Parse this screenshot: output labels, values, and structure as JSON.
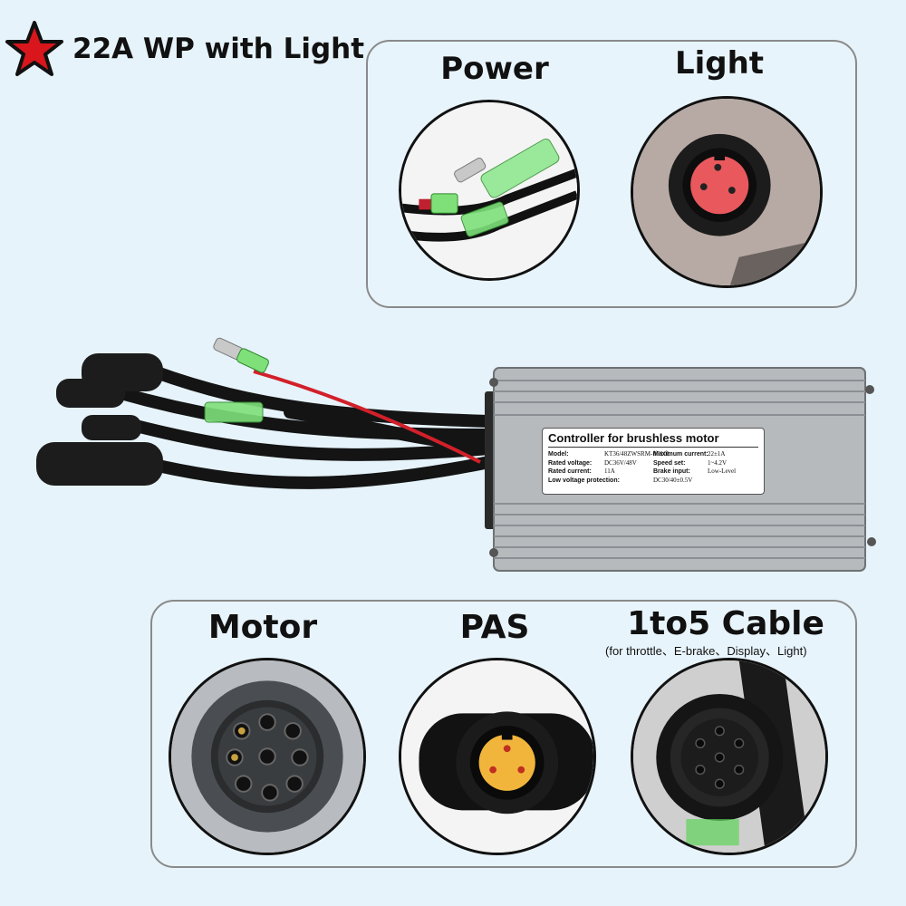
{
  "title": {
    "text": "22A WP with Light",
    "icon": "star-icon",
    "icon_color": "#e0161b"
  },
  "top_panel": {
    "labels": {
      "power": "Power",
      "light": "Light"
    }
  },
  "bottom_panel": {
    "labels": {
      "motor": "Motor",
      "pas": "PAS",
      "cable": "1to5 Cable",
      "cable_note": "(for throttle、E-brake、Display、Light)"
    }
  },
  "label_plate": {
    "heading": "Controller for brushless motor",
    "rows": [
      {
        "k1": "Model:",
        "v1": "KT36/48ZWSRM-ffF10L",
        "k2": "Maximum current:",
        "v2": "22±1A"
      },
      {
        "k1": "Rated voltage:",
        "v1": "DC36V/48V",
        "k2": "Speed set:",
        "v2": "1~4.2V"
      },
      {
        "k1": "Rated current:",
        "v1": "11A",
        "k2": "Brake input:",
        "v2": "Low-Level"
      },
      {
        "k1": "Low voltage protection:",
        "v1": "DC30/40±0.5V",
        "k2": "",
        "v2": ""
      }
    ]
  },
  "colors": {
    "background": "#e6f3fa",
    "wire_red": "#d2202a",
    "connector_green": "#5fd35a",
    "pas_insert": "#f2b53c",
    "light_insert": "#e8585d"
  }
}
